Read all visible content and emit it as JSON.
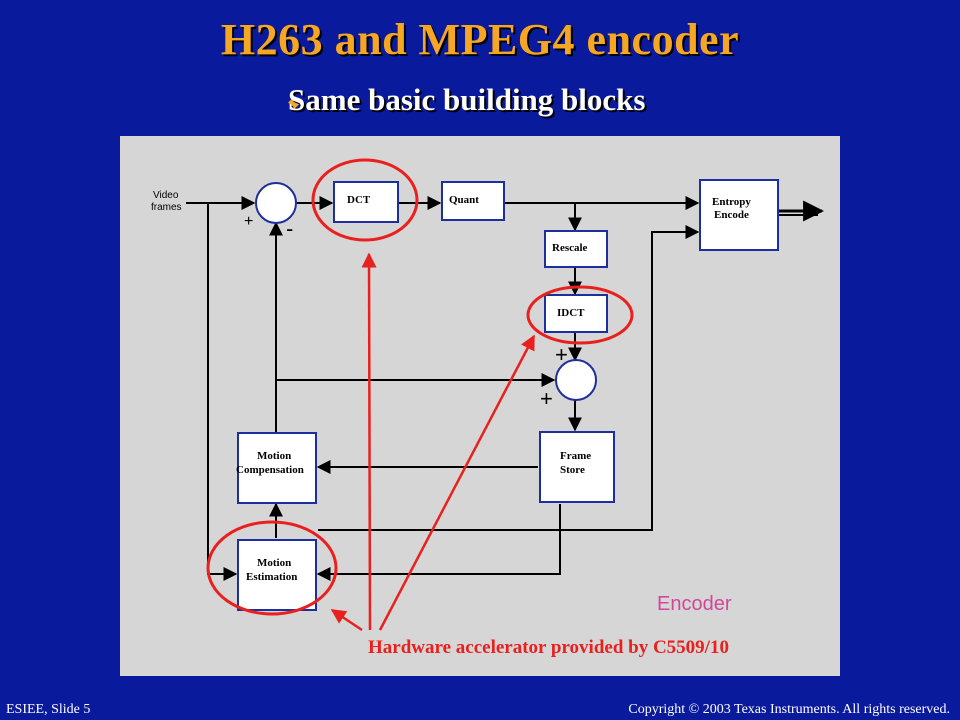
{
  "slide": {
    "title": "H263 and MPEG4 encoder",
    "subtitle": "Same basic building blocks",
    "footer_left": "ESIEE, Slide 5",
    "footer_right": "Copyright © 2003 Texas Instruments. All rights reserved."
  },
  "diagram": {
    "input_label_line1": "Video",
    "input_label_line2": "frames",
    "blocks": {
      "dct": "DCT",
      "quant": "Quant",
      "entropy_line1": "Entropy",
      "entropy_line2": "Encode",
      "rescale": "Rescale",
      "idct": "IDCT",
      "frame_store_line1": "Frame",
      "frame_store_line2": "Store",
      "motion_comp_line1": "Motion",
      "motion_comp_line2": "Compensation",
      "motion_est_line1": "Motion",
      "motion_est_line2": "Estimation"
    },
    "signs": {
      "sum1_plus": "+",
      "sum1_minus": "-",
      "sum2_plus_top": "+",
      "sum2_plus_left": "+"
    },
    "encoder_label": "Encoder",
    "annotation": "Hardware accelerator provided by C5509/10",
    "colors": {
      "block_fill": "#ffffff",
      "block_border": "#1d2f9e",
      "highlight": "#e8201e",
      "title": "#f5a623",
      "background": "#0a1a9c",
      "encoder_label": "#d1479b"
    }
  }
}
